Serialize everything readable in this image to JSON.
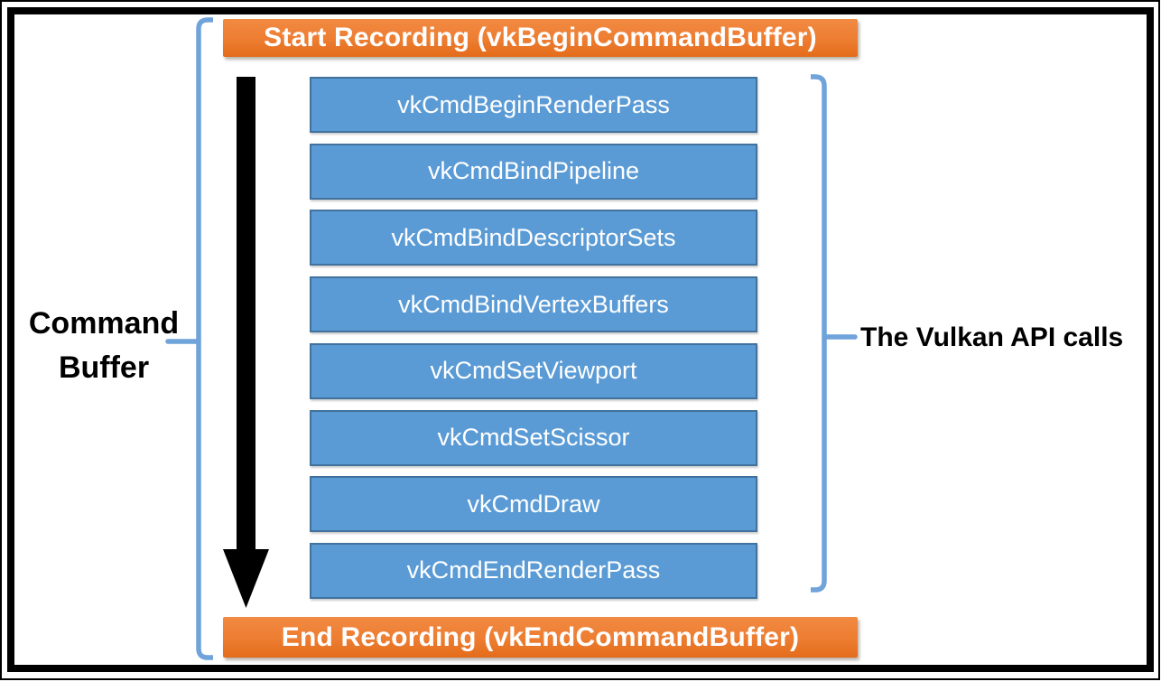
{
  "diagram": {
    "top_bar": {
      "label": "Start Recording (vkBeginCommandBuffer)"
    },
    "bottom_bar": {
      "label": "End Recording (vkEndCommandBuffer)"
    },
    "left_label": {
      "line1": "Command",
      "line2": "Buffer"
    },
    "right_label": "The Vulkan API calls",
    "commands": [
      "vkCmdBeginRenderPass",
      "vkCmdBindPipeline",
      "vkCmdBindDescriptorSets",
      "vkCmdBindVertexBuffers",
      "vkCmdSetViewport",
      "vkCmdSetScissor",
      "vkCmdDraw",
      "vkCmdEndRenderPass"
    ],
    "colors": {
      "orange": "#ED7D31",
      "orange_light": "#F18A42",
      "orange_dark": "#E36C1A",
      "blue_fill": "#5B9BD5",
      "blue_border": "#41719C",
      "brace_blue": "#6FA3DA",
      "arrow": "#000000"
    }
  }
}
